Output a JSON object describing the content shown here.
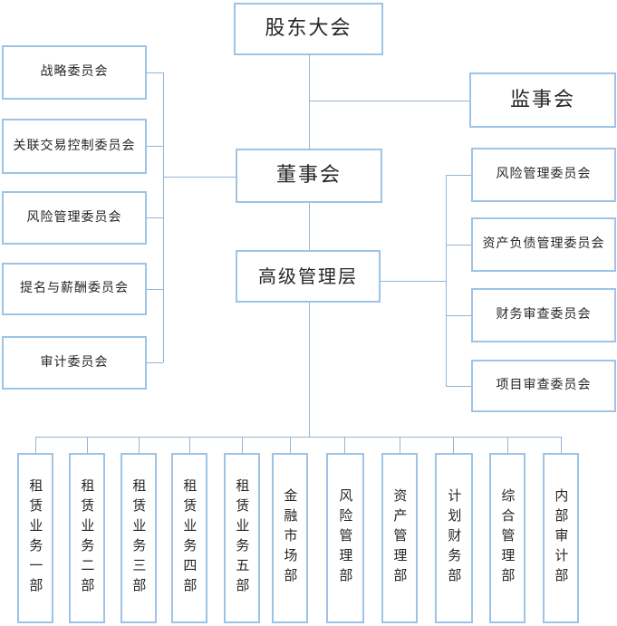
{
  "org_chart": {
    "shareholders_meeting": "股东大会",
    "supervisory_board": "监事会",
    "board_of_directors": "董事会",
    "senior_management": "高级管理层",
    "board_committees": [
      "战略委员会",
      "关联交易控制委员会",
      "风险管理委员会",
      "提名与薪酬委员会",
      "审计委员会"
    ],
    "management_committees": [
      "风险管理委员会",
      "资产负债管理委员会",
      "财务审查委员会",
      "项目审查委员会"
    ],
    "departments": [
      "租赁业务一部",
      "租赁业务二部",
      "租赁业务三部",
      "租赁业务四部",
      "租赁业务五部",
      "金融市场部",
      "风险管理部",
      "资产管理部",
      "计划财务部",
      "综合管理部",
      "内部审计部"
    ]
  },
  "colors": {
    "box_border": "#9DC3E6",
    "connector_line": "#95B3D7",
    "text": "#262626",
    "background": "#FFFFFF"
  }
}
